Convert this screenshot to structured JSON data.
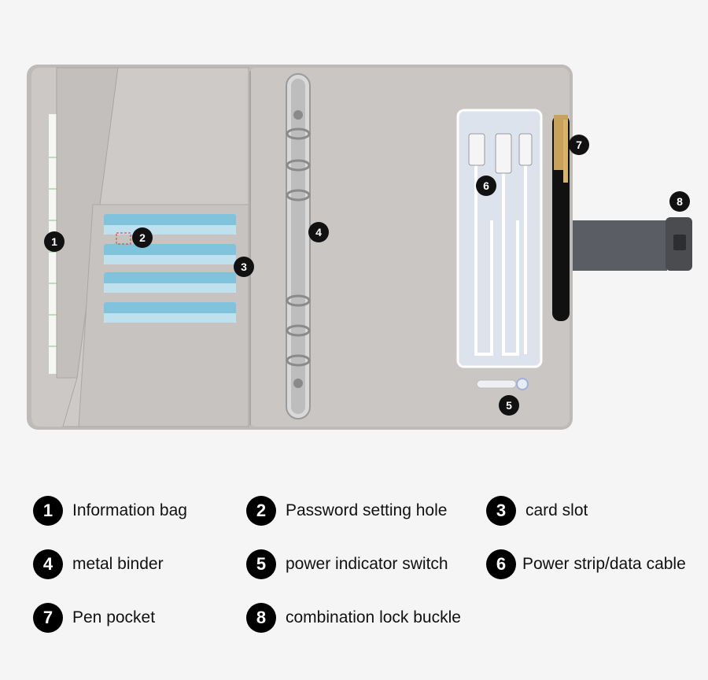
{
  "callouts": [
    "1",
    "2",
    "3",
    "4",
    "5",
    "6",
    "7",
    "8"
  ],
  "legend": [
    {
      "num": "1",
      "text": "Information bag"
    },
    {
      "num": "2",
      "text": "Password setting hole"
    },
    {
      "num": "3",
      "text": "card slot"
    },
    {
      "num": "4",
      "text": "metal binder"
    },
    {
      "num": "5",
      "text": "power indicator switch"
    },
    {
      "num": "6",
      "text": "Power strip/data cable"
    },
    {
      "num": "7",
      "text": "Pen pocket"
    },
    {
      "num": "8",
      "text": "combination lock buckle"
    }
  ],
  "colors": {
    "leather": "#c9c6c3",
    "leather_dark": "#b7b4b1",
    "badge": "#111111",
    "background": "#f5f5f5"
  }
}
